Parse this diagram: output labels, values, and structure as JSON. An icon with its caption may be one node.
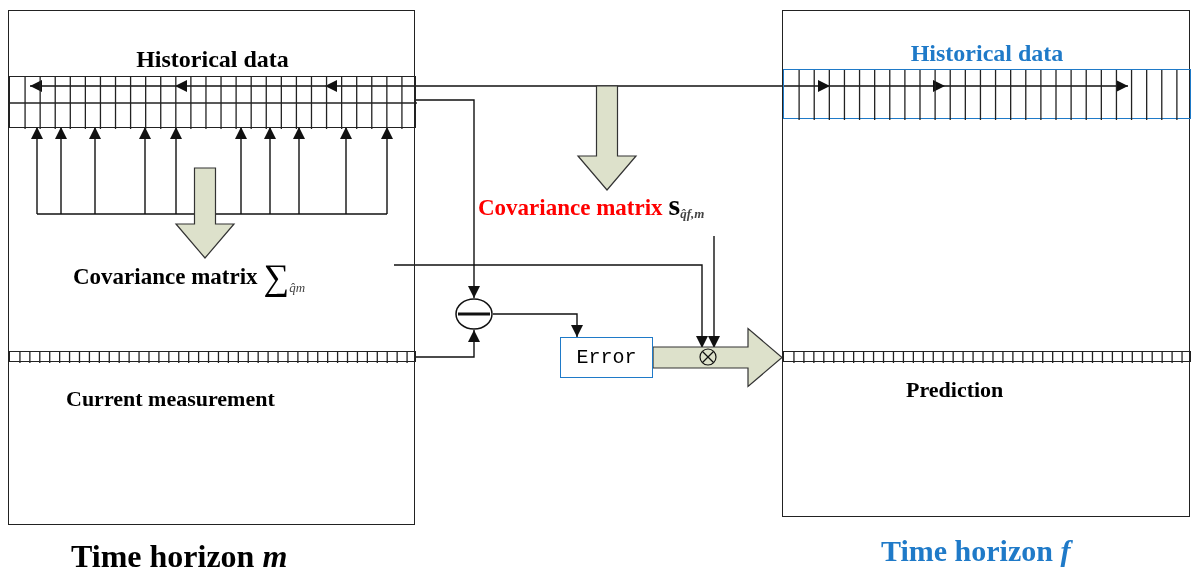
{
  "diagram": {
    "nodes": [
      {
        "text": [],
        "shape": "box",
        "beside": [
          "Time horizon *m*"
        ]
      },
      {
        "text": [
          "Historical data"
        ],
        "in": 0
      },
      {
        "text": [
          "Covariance matrix",
          "∑$_{q̂m}$"
        ],
        "in": 0
      },
      {
        "text": [
          "Current measurement"
        ],
        "in": 0
      },
      {
        "text": [],
        "shape": "circle"
      },
      {
        "text": [
          "Error"
        ]
      },
      {
        "text": [],
        "shape": "circle"
      },
      {
        "text": [],
        "shape": "box",
        "beside": [
          "Time horizon *f*"
        ]
      },
      {
        "text": [
          "Historical data"
        ],
        "in": 7
      },
      {
        "text": [
          "Prediction"
        ],
        "in": 7
      },
      {
        "text": [
          "Covariance matrix",
          "s$_{q̂f,m}$"
        ]
      }
    ],
    "edges": [
      {
        "from": 1,
        "to": 8,
        "arrow": "both"
      },
      {
        "from": 1,
        "to": 4,
        "arrow": "to"
      },
      {
        "from": 3,
        "to": 4,
        "arrow": "to"
      },
      {
        "from": 4,
        "to": 5,
        "arrow": "to"
      },
      {
        "from": 2,
        "to": 6,
        "arrow": "to"
      },
      {
        "from": 10,
        "to": 6,
        "arrow": "to"
      },
      {
        "from": 5,
        "to": 9,
        "arrow": "to",
        "style": "thick"
      },
      {
        "from": null,
        "to": 2,
        "arrow": "to",
        "style": "thick"
      },
      {
        "from": null,
        "to": 10,
        "arrow": "to",
        "style": "thick"
      },
      {
        "from": null,
        "to": 1,
        "arrow": "to"
      },
      {
        "from": null,
        "to": 1,
        "arrow": "to"
      },
      {
        "from": null,
        "to": 1,
        "arrow": "to"
      },
      {
        "from": null,
        "to": 1,
        "arrow": "to"
      },
      {
        "from": null,
        "to": 1,
        "arrow": "to"
      },
      {
        "from": null,
        "to": 1,
        "arrow": "to"
      },
      {
        "from": null,
        "to": 1,
        "arrow": "to"
      },
      {
        "from": null,
        "to": 1,
        "arrow": "to"
      },
      {
        "from": null,
        "to": 1,
        "arrow": "to"
      },
      {
        "from": null,
        "to": 1,
        "arrow": "to"
      }
    ]
  }
}
